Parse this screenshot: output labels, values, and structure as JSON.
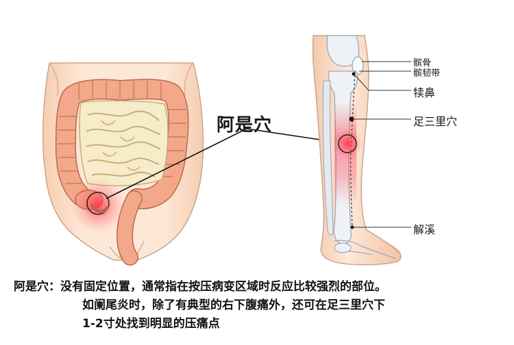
{
  "labels": {
    "ashi_point": "阿是穴",
    "patella": "髌骨",
    "patellar_ligament": "髌韧带",
    "dubi": "犊鼻",
    "zusanli": "足三里穴",
    "jiexi": "解溪"
  },
  "caption": {
    "line1": "阿是穴：没有固定位置，通常指在按压病变区域时反应比较强烈的部位。",
    "line2": "如阑尾炎时，除了有典型的右下腹痛外，还可在足三里穴下",
    "line3": "1-2寸处找到明显的压痛点"
  },
  "colors": {
    "skin": "#fbe3cf",
    "skin_outline": "#c9a58b",
    "colon": "#f3a989",
    "colon_outline": "#b9674d",
    "small_intestine": "#f6ecc9",
    "bone": "#eef1f5",
    "highlight": "#ff3b4a",
    "leader_line": "#111111"
  }
}
